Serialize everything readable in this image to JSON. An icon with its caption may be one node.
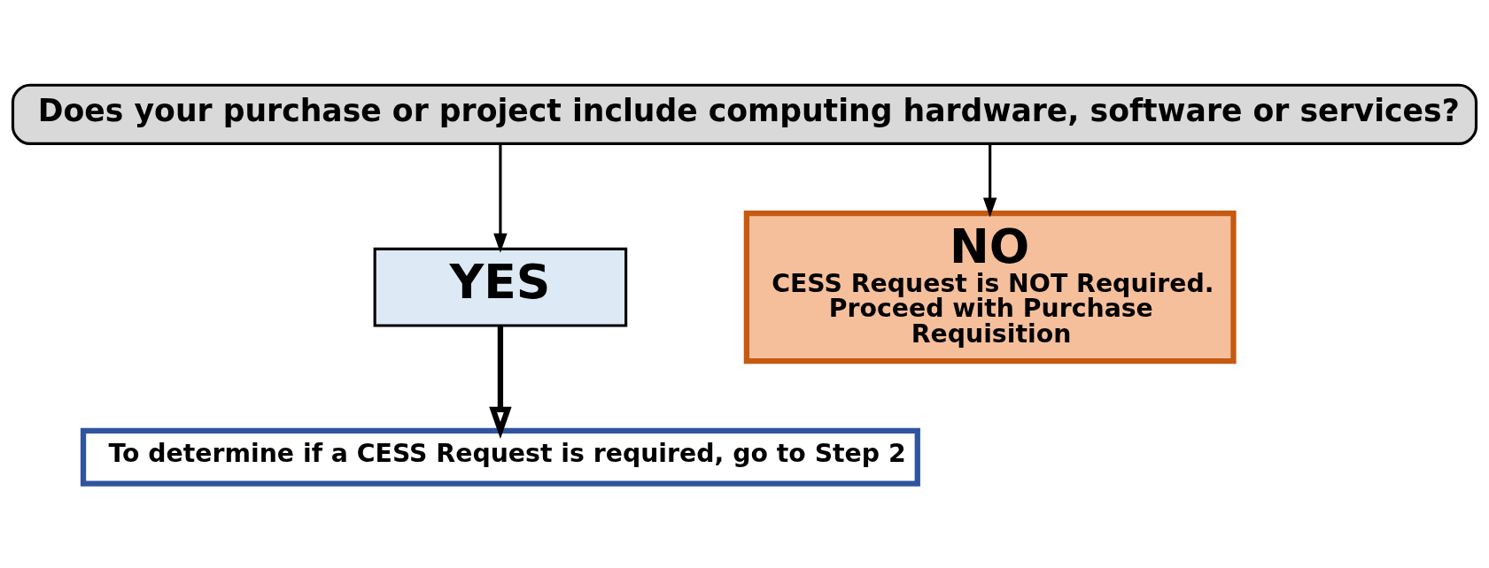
{
  "diagram": {
    "nodes": [
      {
        "text": [
          "Does your purchase or project include computing hardware, software or services?"
        ]
      },
      {
        "text": [
          "YES"
        ]
      },
      {
        "text": [
          "To determine if a CESS Request is required, go to Step 2"
        ]
      },
      {
        "text": [
          "NO",
          "CESS Request is NOT Required. Proceed with Purchase Requisition"
        ]
      }
    ],
    "edges": [
      {
        "from": 0,
        "to": 1,
        "arrow": "to"
      },
      {
        "from": 0,
        "to": 3,
        "arrow": "to"
      },
      {
        "from": 1,
        "to": 2,
        "arrow": "to",
        "style": "thick"
      }
    ]
  }
}
